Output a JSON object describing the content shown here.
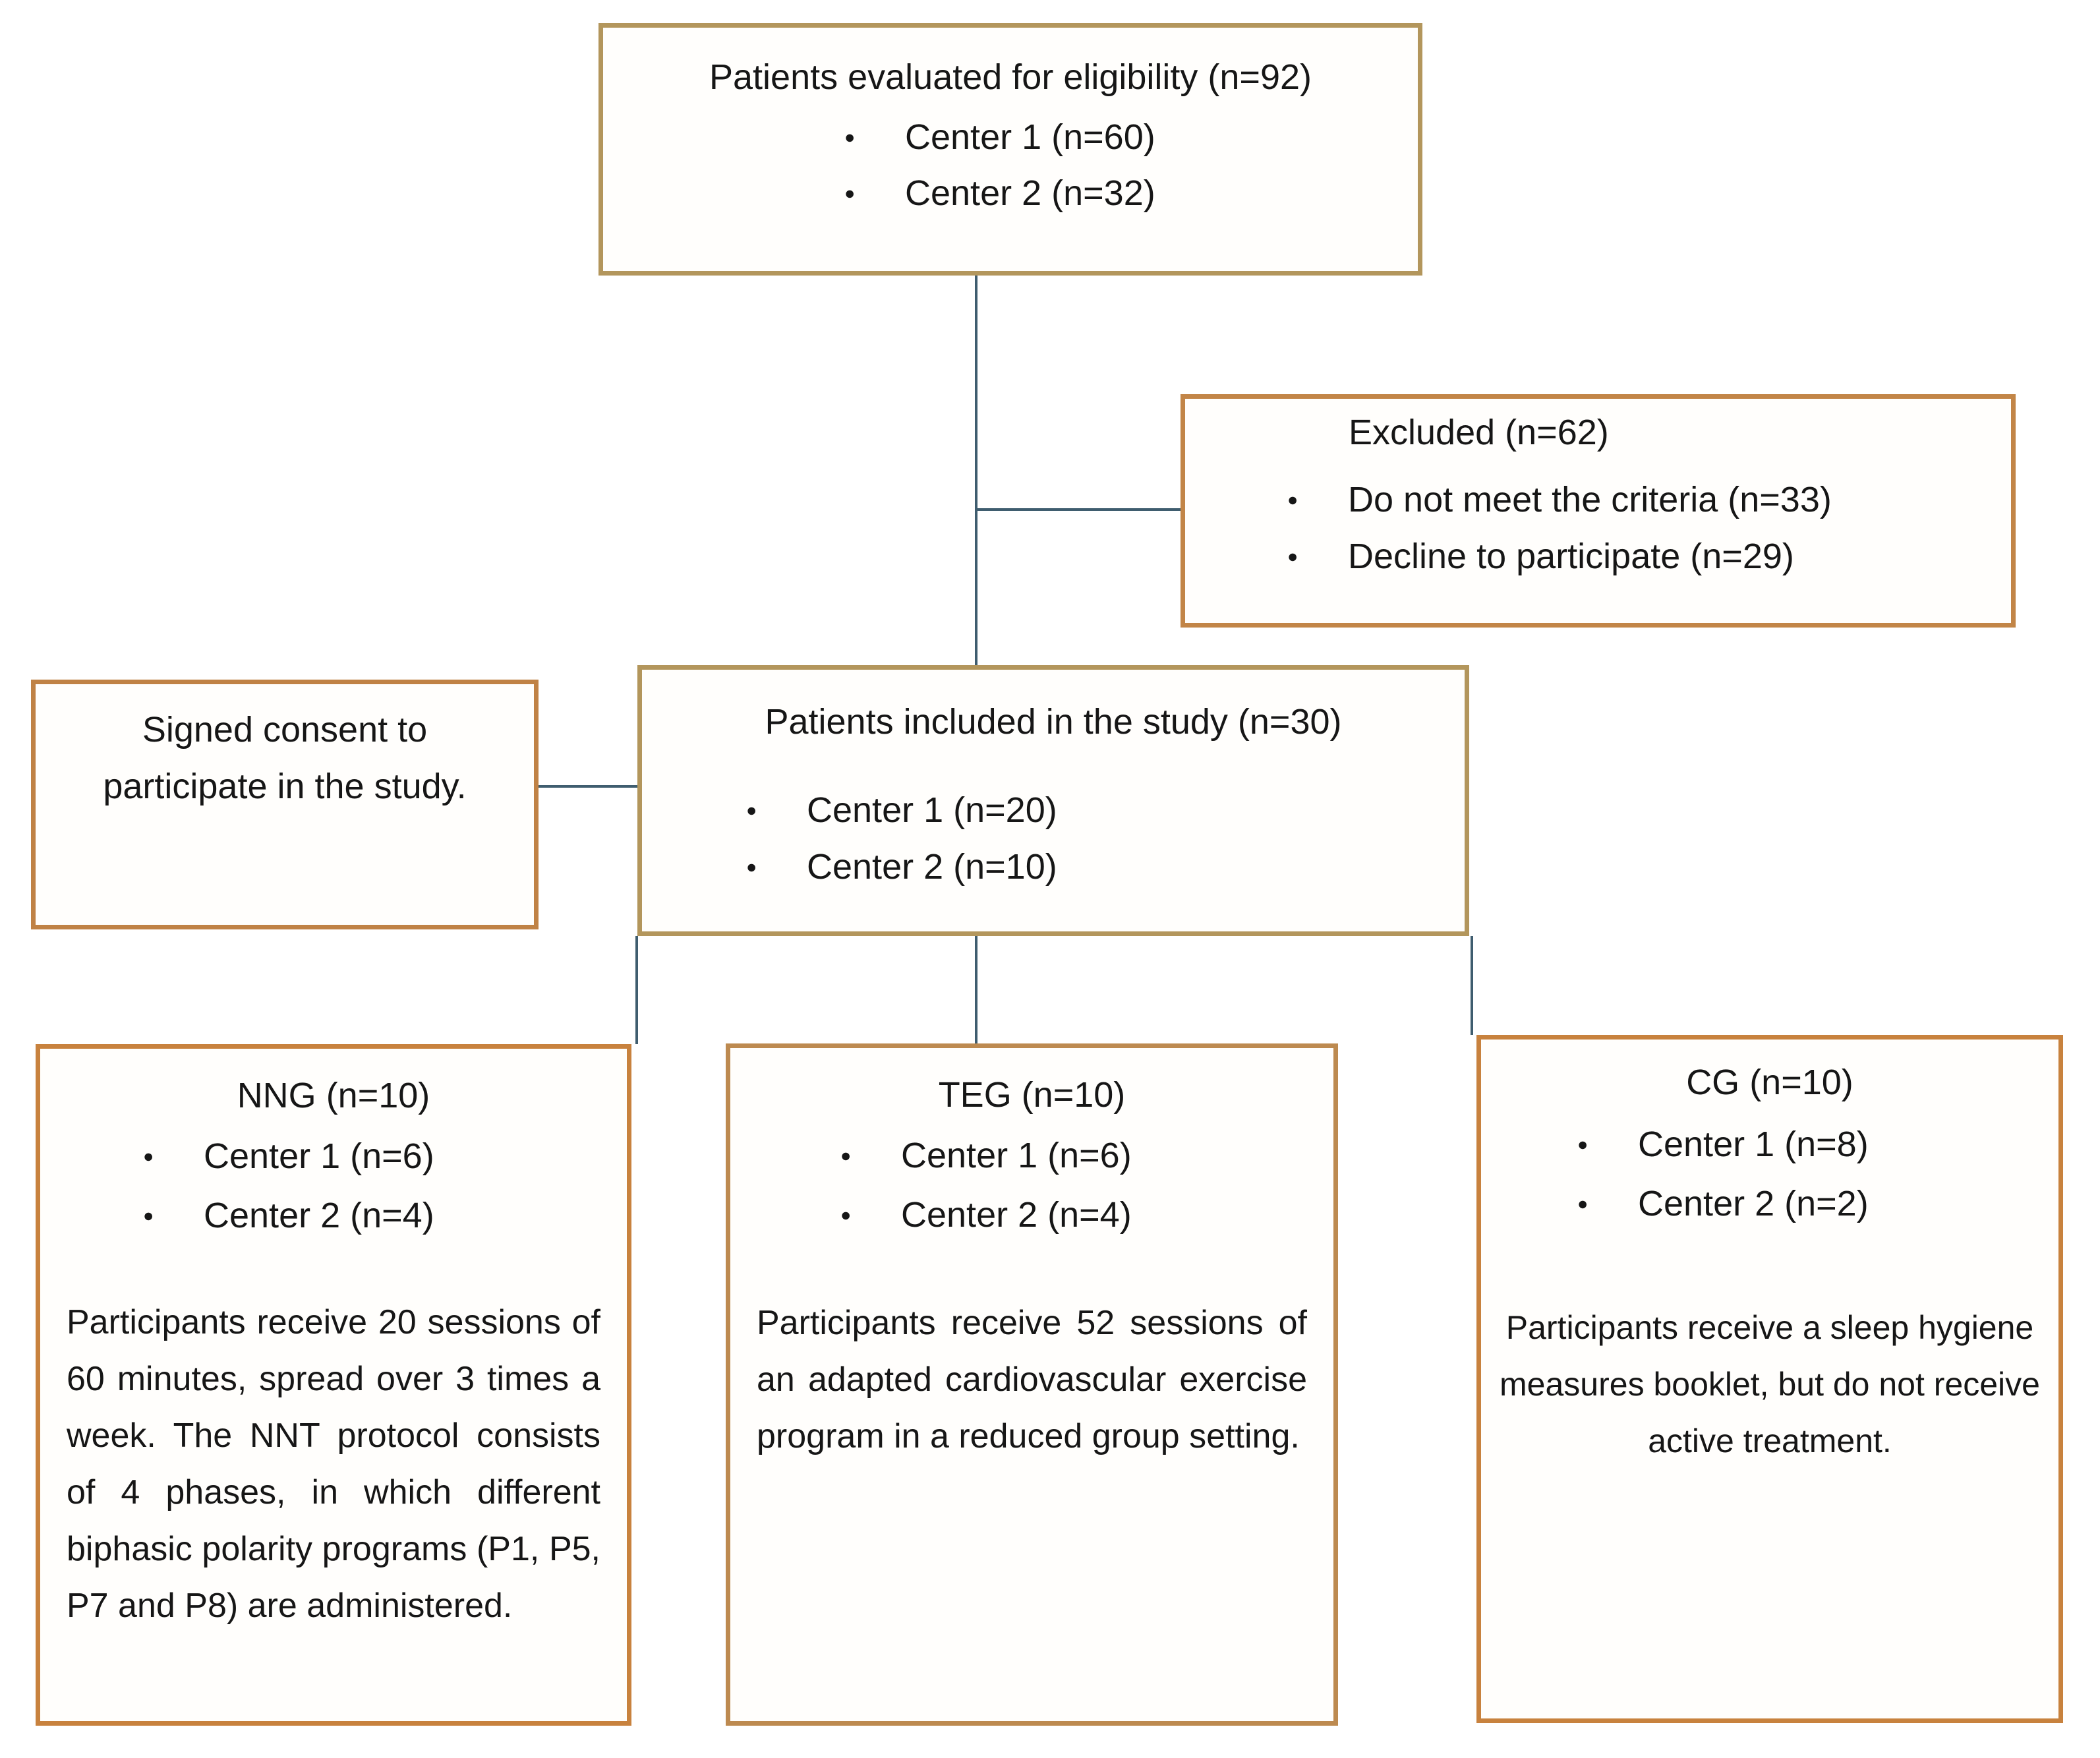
{
  "diagram": {
    "bullet_glyph": "●",
    "colors": {
      "border_tan": "#b3965c",
      "border_orange": "#c28547",
      "connector_line": "#3f5d6f",
      "text": "#161616",
      "background": "#ffffff"
    },
    "boxes": {
      "eligibility": {
        "title": "Patients evaluated for eligibility (n=92)",
        "bullets": [
          "Center 1 (n=60)",
          "Center 2 (n=32)"
        ]
      },
      "excluded": {
        "title": "Excluded (n=62)",
        "bullets": [
          "Do not meet the criteria (n=33)",
          "Decline to participate (n=29)"
        ]
      },
      "consent": {
        "text": "Signed consent to participate in the study."
      },
      "included": {
        "title": "Patients included in the study (n=30)",
        "bullets": [
          "Center 1 (n=20)",
          "Center 2 (n=10)"
        ]
      },
      "nng": {
        "title": "NNG (n=10)",
        "bullets": [
          "Center 1 (n=6)",
          "Center 2 (n=4)"
        ],
        "paragraph": "Participants receive 20 sessions of 60 minutes, spread over 3 times a week. The NNT protocol consists of 4 phases, in which different biphasic polarity programs (P1, P5, P7 and P8) are administered."
      },
      "teg": {
        "title": "TEG (n=10)",
        "bullets": [
          "Center 1 (n=6)",
          "Center 2 (n=4)"
        ],
        "paragraph": "Participants receive 52 sessions of an adapted cardiovascular exercise program in a reduced group setting."
      },
      "cg": {
        "title": "CG (n=10)",
        "bullets": [
          "Center 1 (n=8)",
          "Center 2 (n=2)"
        ],
        "paragraph": "Participants receive a sleep hygiene measures booklet, but do not receive active treatment."
      }
    }
  }
}
